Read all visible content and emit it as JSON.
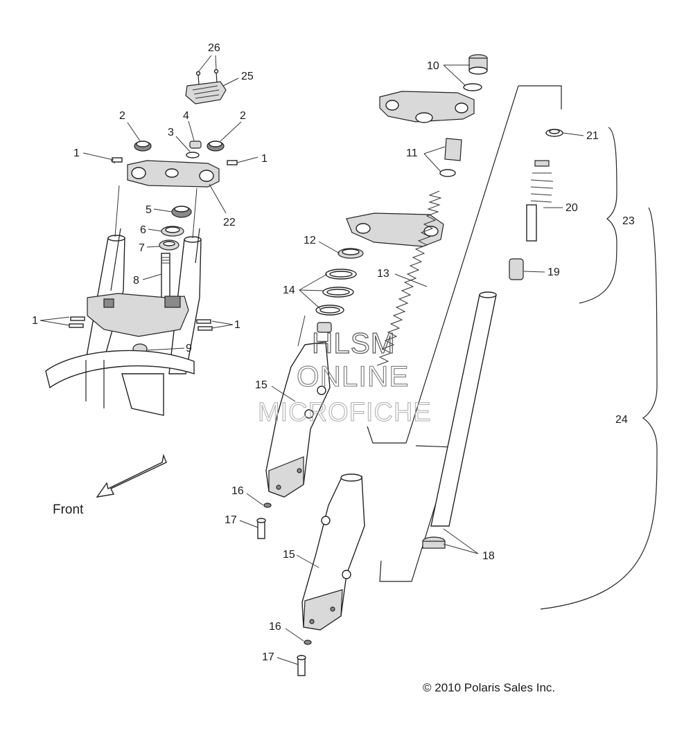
{
  "diagram": {
    "callouts": [
      {
        "id": "c26",
        "text": "26"
      },
      {
        "id": "c25",
        "text": "25"
      },
      {
        "id": "c2a",
        "text": "2"
      },
      {
        "id": "c4",
        "text": "4"
      },
      {
        "id": "c2b",
        "text": "2"
      },
      {
        "id": "c3",
        "text": "3"
      },
      {
        "id": "c1a",
        "text": "1"
      },
      {
        "id": "c1b",
        "text": "1"
      },
      {
        "id": "c22",
        "text": "22"
      },
      {
        "id": "c5",
        "text": "5"
      },
      {
        "id": "c6",
        "text": "6"
      },
      {
        "id": "c7",
        "text": "7"
      },
      {
        "id": "c8",
        "text": "8"
      },
      {
        "id": "c1c",
        "text": "1"
      },
      {
        "id": "c1d",
        "text": "1"
      },
      {
        "id": "c9",
        "text": "9"
      },
      {
        "id": "c10",
        "text": "10"
      },
      {
        "id": "c11",
        "text": "11"
      },
      {
        "id": "c12",
        "text": "12"
      },
      {
        "id": "c13",
        "text": "13"
      },
      {
        "id": "c14",
        "text": "14"
      },
      {
        "id": "c15a",
        "text": "15"
      },
      {
        "id": "c16a",
        "text": "16"
      },
      {
        "id": "c17a",
        "text": "17"
      },
      {
        "id": "c15b",
        "text": "15"
      },
      {
        "id": "c16b",
        "text": "16"
      },
      {
        "id": "c17b",
        "text": "17"
      },
      {
        "id": "c21",
        "text": "21"
      },
      {
        "id": "c20",
        "text": "20"
      },
      {
        "id": "c23",
        "text": "23"
      },
      {
        "id": "c19",
        "text": "19"
      },
      {
        "id": "c24",
        "text": "24"
      },
      {
        "id": "c18",
        "text": "18"
      }
    ],
    "front_label": "Front",
    "watermark": {
      "line1": "HLSM",
      "line2": "ONLINE",
      "line3": "MICROFICHE"
    },
    "copyright": "© 2010 Polaris Sales Inc."
  }
}
